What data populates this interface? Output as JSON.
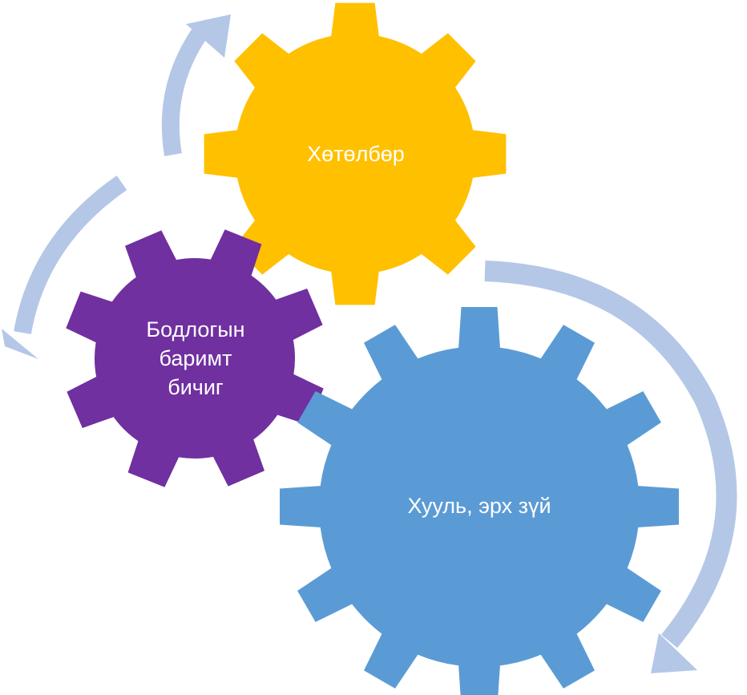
{
  "diagram": {
    "gears": [
      {
        "id": "yellow",
        "label": "Хөтөлбөр",
        "color": "#FFC000"
      },
      {
        "id": "purple",
        "label": "Бодлогын\nбаримт\nбичиг",
        "color": "#7030A0"
      },
      {
        "id": "blue",
        "label": "Хууль, эрх зүй",
        "color": "#5B9BD5"
      }
    ],
    "arrow_color": "#B4C7E7"
  }
}
